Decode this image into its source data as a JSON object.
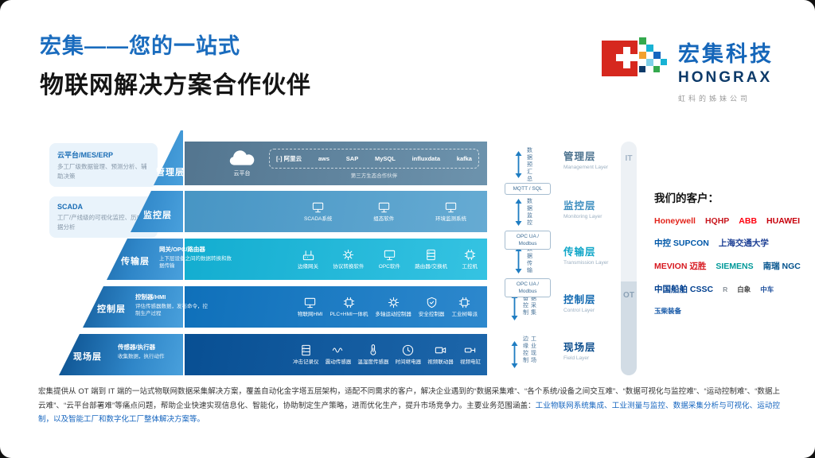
{
  "header": {
    "title_line1": "宏集——您的一站式",
    "title_line2": "物联网解决方案合作伙伴",
    "brand": {
      "name_cn": "宏集科技",
      "name_en": "HONGRAX",
      "tagline": "虹科的姊妹公司"
    }
  },
  "pyramid": {
    "layers": [
      {
        "name": "管理层",
        "name_en": "Management Layer",
        "label_color": "#4e7490",
        "row_color_start": "#53758f",
        "row_color_end": "#6d93ad",
        "side_note": {
          "title": "云平台/MES/ERP",
          "desc": "多工厂级数据管理、预测分析、辅助决策"
        },
        "cloud_label": "云平台",
        "partners_label": "第三方生态合作伙伴",
        "partners": [
          "[-] 阿里云",
          "aws",
          "SAP",
          "MySQL",
          "influxdata",
          "kafka"
        ]
      },
      {
        "name": "监控层",
        "name_en": "Monitoring Layer",
        "label_color": "#3f8fc0",
        "row_color_start": "#4795c4",
        "row_color_end": "#66abd3",
        "side_note": {
          "title": "SCADA",
          "desc": "工厂/产线级的可视化监控、历史数据分析"
        },
        "items": [
          "SCADA系统",
          "组态软件",
          "环境监测系统"
        ],
        "icons": [
          "monitor",
          "monitor",
          "monitor"
        ]
      },
      {
        "name": "传输层",
        "name_en": "Transmission Layer",
        "label_color": "#10a6c8",
        "row_color_start": "#13add0",
        "row_color_end": "#35c3e2",
        "inner_note": {
          "title": "网关/OPC/路由器",
          "desc": "上下层设备之间的数据转换和数据传输"
        },
        "items": [
          "边缘网关",
          "协议转换软件",
          "OPC软件",
          "路由器/交换机",
          "工控机"
        ],
        "icons": [
          "router",
          "gear",
          "monitor",
          "server",
          "chip"
        ]
      },
      {
        "name": "控制层",
        "name_en": "Control Layer",
        "label_color": "#1068b0",
        "row_color_start": "#0f70ba",
        "row_color_end": "#2d88cd",
        "inner_note": {
          "title": "控制器/HMI",
          "desc": "评估传感器数据，发布命令，控制生产过程"
        },
        "items": [
          "物联网HMI",
          "PLC+HMI一体机",
          "多轴运动控制器",
          "安全控制器",
          "工业树莓派"
        ],
        "icons": [
          "monitor",
          "chip",
          "gear",
          "shield",
          "chip"
        ]
      },
      {
        "name": "现场层",
        "name_en": "Field Layer",
        "label_color": "#0a4c8c",
        "row_color_start": "#084f93",
        "row_color_end": "#1d66aa",
        "inner_note": {
          "title": "传感器/执行器",
          "desc": "收集数据，执行动作"
        },
        "items": [
          "冲击记录仪",
          "震动传感器",
          "温湿度传感器",
          "时间继电器",
          "视频联动器",
          "视频电缸"
        ],
        "icons": [
          "server",
          "wave",
          "thermo",
          "clock",
          "camera",
          "piston"
        ]
      }
    ]
  },
  "connectors": [
    {
      "kind": "flow",
      "label": "数据预汇总"
    },
    {
      "kind": "protocol",
      "label": "MQTT / SQL"
    },
    {
      "kind": "flow",
      "label": "数据监控"
    },
    {
      "kind": "protocol",
      "label": "OPC UA / Modbus"
    },
    {
      "kind": "flow",
      "label": "数据传输"
    },
    {
      "kind": "protocol",
      "label": "OPC UA / Modbus"
    },
    {
      "kind": "flow",
      "label": "数据采集 设备控制"
    },
    {
      "kind": "flow",
      "label": "工业现场 边缘控制"
    }
  ],
  "itot": {
    "it": "IT",
    "ot": "OT"
  },
  "customers": {
    "title": "我们的客户：",
    "logos": [
      {
        "name": "Honeywell",
        "color": "#e2231a"
      },
      {
        "name": "HQHP",
        "color": "#c8161d"
      },
      {
        "name": "ABB",
        "color": "#ff000f"
      },
      {
        "name": "HUAWEI",
        "color": "#c7000b"
      },
      {
        "name": "中控 SUPCON",
        "color": "#0058a9"
      },
      {
        "name": "上海交通大学",
        "color": "#1c3f94"
      },
      {
        "name": "MEVION 迈胜",
        "color": "#d71920"
      },
      {
        "name": "SIEMENS",
        "color": "#009999"
      },
      {
        "name": "南瑞 NGC",
        "color": "#00518c"
      },
      {
        "name": "中国船舶 CSSC",
        "color": "#003f8f"
      },
      {
        "name": "R",
        "color": "#8d959d",
        "small": true
      },
      {
        "name": "白象",
        "color": "#4a4a4a",
        "small": true
      },
      {
        "name": "中车",
        "color": "#1d4f9c",
        "small": true
      },
      {
        "name": "玉柴装备",
        "color": "#1558a7",
        "small": true
      }
    ]
  },
  "footer": {
    "text": "宏集提供从 OT 端到 IT 端的一站式物联网数据采集解决方案，覆盖自动化金字塔五层架构，适配不同需求的客户，解决企业遇到的“数据采集难”、“各个系统/设备之间交互难”、“数据可视化与监控难”、“运动控制难”、“数据上云难”、“云平台部署难”等痛点问题，帮助企业快速实现信息化、智能化，协助制定生产策略，进而优化生产，提升市场竞争力。主要业务范围涵盖：",
    "highlight": "工业物联网系统集成、工业测量与监控、数据采集分析与可视化、运动控制，以及智能工厂和数字化工厂整体解决方案等。"
  }
}
